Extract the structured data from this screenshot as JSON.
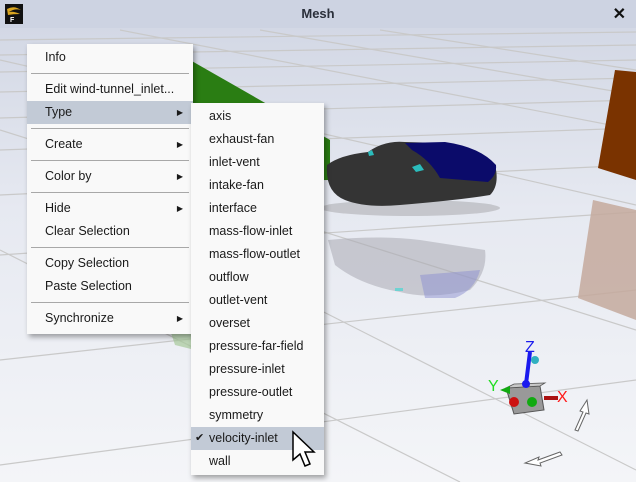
{
  "window": {
    "title": "Mesh",
    "close_label": "✕",
    "app_icon_letter": "F"
  },
  "context_menu": {
    "items": [
      {
        "label": "Info",
        "submenu": false
      },
      {
        "label": "Edit wind-tunnel_inlet...",
        "submenu": false
      },
      {
        "label": "Type",
        "submenu": true,
        "highlighted": true
      },
      {
        "label": "Create",
        "submenu": true
      },
      {
        "label": "Color by",
        "submenu": true
      },
      {
        "label": "Hide",
        "submenu": true
      },
      {
        "label": "Clear Selection",
        "submenu": false
      },
      {
        "label": "Copy Selection",
        "submenu": false
      },
      {
        "label": "Paste Selection",
        "submenu": false
      },
      {
        "label": "Synchronize",
        "submenu": true
      }
    ],
    "submenu_arrow": "▶"
  },
  "type_submenu": {
    "items": [
      "axis",
      "exhaust-fan",
      "inlet-vent",
      "intake-fan",
      "interface",
      "mass-flow-inlet",
      "mass-flow-outlet",
      "outflow",
      "outlet-vent",
      "overset",
      "pressure-far-field",
      "pressure-inlet",
      "pressure-outlet",
      "symmetry",
      "velocity-inlet",
      "wall"
    ],
    "selected": "velocity-inlet",
    "check_mark": "✔"
  },
  "triad": {
    "x_label": "X",
    "y_label": "Y",
    "z_label": "Z",
    "x_color": "#ff1a1a",
    "y_color": "#22dd22",
    "z_color": "#1a1aee"
  },
  "colors": {
    "inlet_plane": "#2a7d13",
    "outlet_plane": "#7a3300",
    "car_body": "#333333",
    "car_roof": "#0a0a6e",
    "mirror": "#2bbcbc"
  }
}
